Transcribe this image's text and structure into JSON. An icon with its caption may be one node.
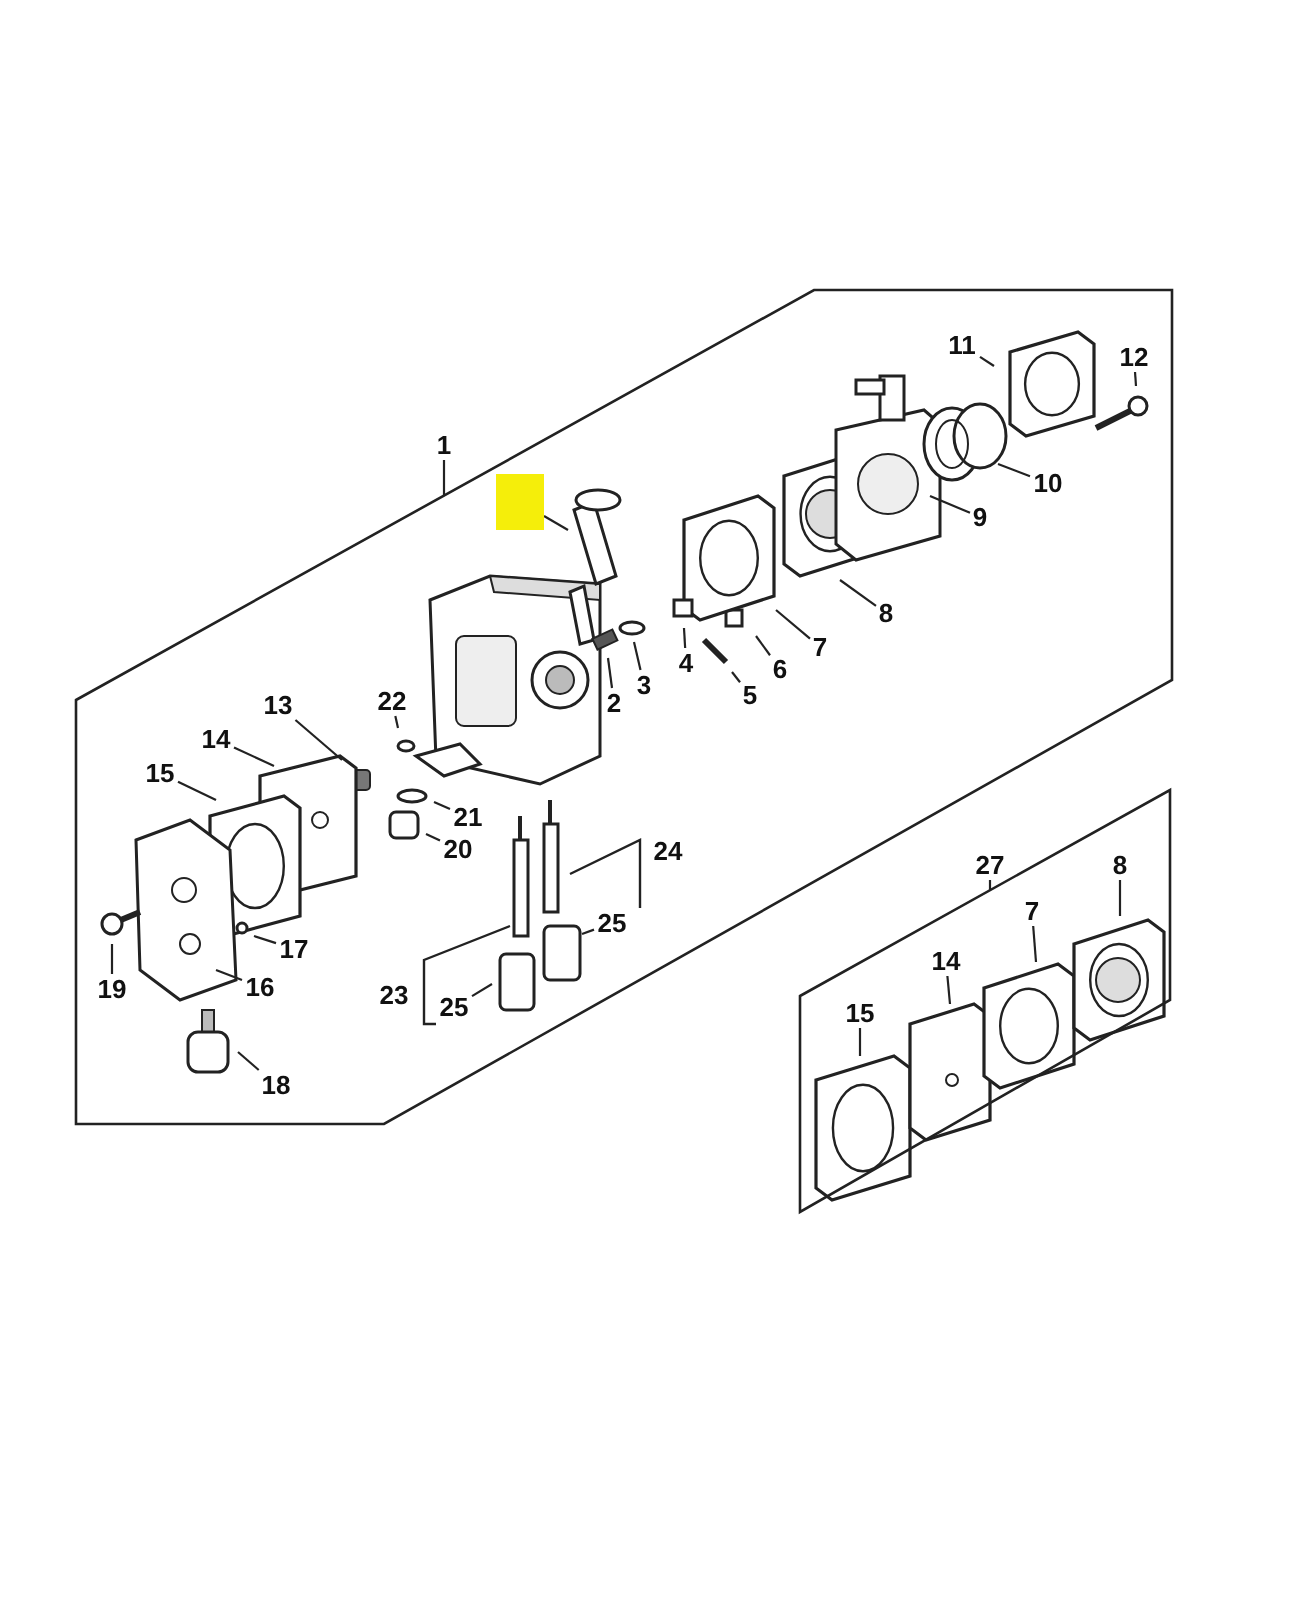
{
  "diagram": {
    "nodes": [
      {
        "text": [
          "1"
        ]
      },
      {
        "text": [],
        "shape": "box"
      },
      {
        "text": [],
        "shape": "box",
        "in": 1
      },
      {
        "text": [
          "12"
        ],
        "in": 1
      },
      {
        "text": [
          "11"
        ],
        "in": 1
      },
      {
        "text": [
          "10"
        ],
        "in": 1
      },
      {
        "text": [
          "9"
        ],
        "in": 1
      },
      {
        "text": [
          "8"
        ],
        "in": 1
      },
      {
        "text": [
          "7"
        ],
        "in": 1
      },
      {
        "text": [
          "6"
        ],
        "in": 1
      },
      {
        "text": [
          "5"
        ],
        "in": 1
      },
      {
        "text": [
          "4"
        ],
        "in": 1
      },
      {
        "text": [
          "3"
        ],
        "in": 1
      },
      {
        "text": [
          "2"
        ],
        "in": 1
      },
      {
        "text": [
          "22"
        ],
        "in": 1
      },
      {
        "text": [
          "13"
        ],
        "in": 1
      },
      {
        "text": [
          "14"
        ],
        "in": 1
      },
      {
        "text": [
          "15"
        ],
        "in": 1
      },
      {
        "text": [
          "21"
        ],
        "in": 1
      },
      {
        "text": [
          "20"
        ],
        "in": 1
      },
      {
        "text": [
          "24"
        ],
        "in": 1
      },
      {
        "text": [
          "17"
        ],
        "in": 1
      },
      {
        "text": [
          "25"
        ],
        "in": 1
      },
      {
        "text": [
          "19"
        ],
        "in": 1
      },
      {
        "text": [
          "16"
        ],
        "in": 1
      },
      {
        "text": [
          "23"
        ],
        "in": 1
      },
      {
        "text": [
          "25"
        ],
        "in": 1
      },
      {
        "text": [
          "18"
        ],
        "in": 1
      },
      {
        "text": [
          "27"
        ]
      },
      {
        "text": [],
        "shape": "box"
      },
      {
        "text": [
          "8"
        ],
        "in": 29
      },
      {
        "text": [
          "7"
        ],
        "in": 29
      },
      {
        "text": [
          "14"
        ],
        "in": 29
      },
      {
        "text": [
          "15"
        ],
        "in": 29
      }
    ],
    "edges": [
      {
        "from": 0,
        "to": 1,
        "arrow": "none"
      },
      {
        "from": 2,
        "to": null,
        "arrow": "none"
      },
      {
        "from": 3,
        "to": null,
        "arrow": "none"
      },
      {
        "from": 4,
        "to": null,
        "arrow": "none"
      },
      {
        "from": 5,
        "to": null,
        "arrow": "none"
      },
      {
        "from": 6,
        "to": null,
        "arrow": "none"
      },
      {
        "from": 7,
        "to": null,
        "arrow": "none"
      },
      {
        "from": 8,
        "to": null,
        "arrow": "none"
      },
      {
        "from": 9,
        "to": null,
        "arrow": "none"
      },
      {
        "from": 10,
        "to": null,
        "arrow": "none"
      },
      {
        "from": 11,
        "to": null,
        "arrow": "none"
      },
      {
        "from": 12,
        "to": null,
        "arrow": "none"
      },
      {
        "from": 13,
        "to": null,
        "arrow": "none"
      },
      {
        "from": 14,
        "to": null,
        "arrow": "none"
      },
      {
        "from": 15,
        "to": null,
        "arrow": "none"
      },
      {
        "from": 16,
        "to": null,
        "arrow": "none"
      },
      {
        "from": 17,
        "to": null,
        "arrow": "none"
      },
      {
        "from": 18,
        "to": null,
        "arrow": "none"
      },
      {
        "from": 19,
        "to": null,
        "arrow": "none"
      },
      {
        "from": 21,
        "to": null,
        "arrow": "none"
      },
      {
        "from": 22,
        "to": null,
        "arrow": "none"
      },
      {
        "from": 23,
        "to": null,
        "arrow": "none"
      },
      {
        "from": 24,
        "to": null,
        "arrow": "none"
      },
      {
        "from": 26,
        "to": null,
        "arrow": "none"
      },
      {
        "from": 27,
        "to": null,
        "arrow": "none"
      },
      {
        "from": 28,
        "to": 29,
        "arrow": "none"
      },
      {
        "from": 30,
        "to": null,
        "arrow": "none"
      },
      {
        "from": 31,
        "to": null,
        "arrow": "none"
      },
      {
        "from": 32,
        "to": null,
        "arrow": "none"
      },
      {
        "from": 33,
        "to": null,
        "arrow": "none"
      }
    ]
  }
}
